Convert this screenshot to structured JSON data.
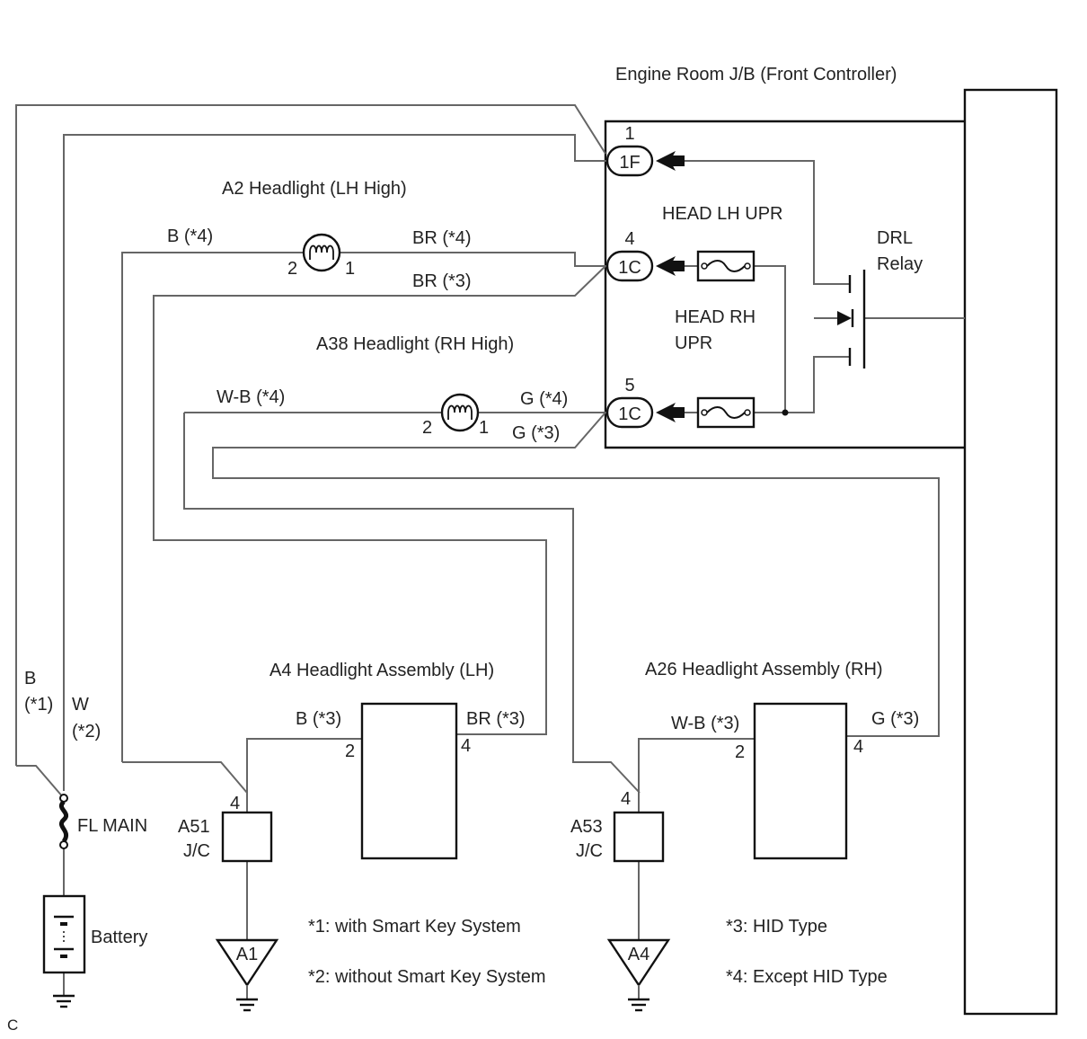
{
  "labels": {
    "jb_title": "Engine Room J/B (Front Controller)",
    "a2": "A2 Headlight (LH High)",
    "a38": "A38 Headlight (RH High)",
    "head_lh": "HEAD LH UPR",
    "head_rh_1": "HEAD RH",
    "head_rh_2": "UPR",
    "drl_1": "DRL",
    "drl_2": "Relay",
    "a4": "A4 Headlight Assembly (LH)",
    "a26": "A26 Headlight Assembly (RH)",
    "fl_main": "FL MAIN",
    "battery": "Battery",
    "a51_1": "A51",
    "a51_2": "J/C",
    "a53_1": "A53",
    "a53_2": "J/C",
    "gnd_a1": "A1",
    "gnd_a4": "A4",
    "corner": "C"
  },
  "connectors": {
    "c1f": "1F",
    "c1c_a": "1C",
    "c1c_b": "1C"
  },
  "pins": {
    "p1": "1",
    "p4": "4",
    "p5": "5",
    "a2_l": "2",
    "a2_r": "1",
    "a38_l": "2",
    "a38_r": "1",
    "a4_l": "2",
    "a4_r": "4",
    "a26_l": "2",
    "a26_r": "4",
    "a51": "4",
    "a53": "4"
  },
  "wires": {
    "b4": "B (*4)",
    "br4": "BR (*4)",
    "br3": "BR (*3)",
    "wb4": "W-B (*4)",
    "g4": "G (*4)",
    "g3": "G (*3)",
    "b3": "B (*3)",
    "br3b": "BR (*3)",
    "wb3": "W-B (*3)",
    "g3b": "G (*3)",
    "b_1": "B",
    "b_2": "(*1)",
    "w_1": "W",
    "w_2": "(*2)"
  },
  "notes": {
    "n1": "*1: with Smart Key System",
    "n2": "*2: without Smart Key System",
    "n3": "*3: HID Type",
    "n4": "*4: Except HID Type"
  }
}
